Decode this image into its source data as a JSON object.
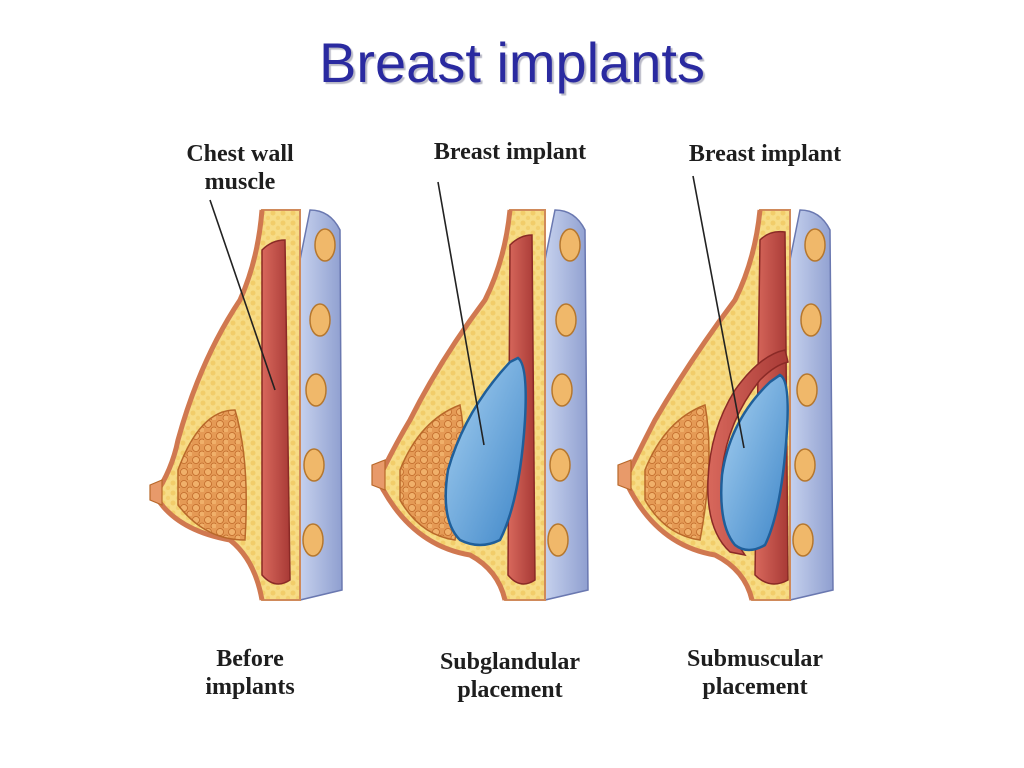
{
  "title": "Breast implants",
  "panels": [
    {
      "top_label": [
        "Chest wall",
        "muscle"
      ],
      "bottom_label": [
        "Before",
        "implants"
      ]
    },
    {
      "top_label": [
        "Breast implant"
      ],
      "bottom_label": [
        "Subglandular",
        "placement"
      ]
    },
    {
      "top_label": [
        "Breast implant"
      ],
      "bottom_label": [
        "Submuscular",
        "placement"
      ]
    }
  ],
  "colors": {
    "title": "#2a2aa0",
    "skin": "#e8a77e",
    "fat": "#f6d879",
    "muscle": "#c8504a",
    "gland": "#e08a4a",
    "rib": "#f0b86a",
    "implant": "#6aa8e0"
  }
}
